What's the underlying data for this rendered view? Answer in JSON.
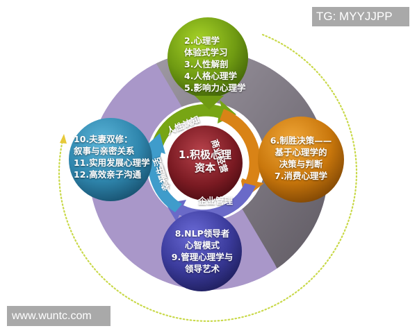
{
  "watermarks": {
    "top_right": "TG: MYYJJPP",
    "bottom_left": "www.wuntc.com"
  },
  "colors": {
    "disc_left": "#a997c9",
    "disc_right": "#87818c",
    "disc_right_dark": "#5f5a62",
    "dotted_arc": "#c9d94a",
    "green": "#6f9a12",
    "orange": "#c9770c",
    "blue_teal": "#2f86ad",
    "indigo": "#3b3b9c",
    "center_red": "#7a1a22"
  },
  "diagram": {
    "center": {
      "line1": "1.积极心理",
      "line2": "资本"
    },
    "ring_segments": {
      "top": "人性认知",
      "right": "商业经营",
      "bottom": "企业管理",
      "left": "幸福生活"
    },
    "bubbles": {
      "top": [
        "2.心理学",
        "体验式学习",
        "3.人性解剖",
        "4.人格心理学",
        "5.影响力心理学"
      ],
      "right": [
        "6.制胜决策——",
        "基于心理学的",
        "决策与判断",
        "7.消费心理学"
      ],
      "bottom": [
        "8.NLP领导者",
        "心智模式",
        "9.管理心理学与",
        "领导艺术"
      ],
      "left": [
        "10.夫妻双修：",
        "叙事与亲密关系",
        "11.实用发展心理学",
        "12.高效亲子沟通"
      ]
    }
  }
}
